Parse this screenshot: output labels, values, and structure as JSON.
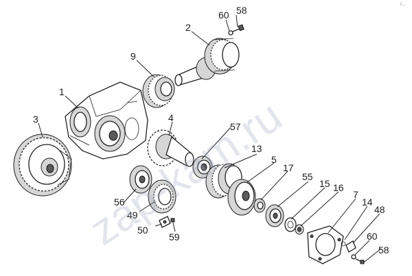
{
  "corner_mark": "/...",
  "watermark": "zap-kam.ru",
  "callouts": [
    {
      "id": "c58a",
      "text": "58"
    },
    {
      "id": "c60a",
      "text": "60"
    },
    {
      "id": "c2",
      "text": "2"
    },
    {
      "id": "c9",
      "text": "9"
    },
    {
      "id": "c1",
      "text": "1"
    },
    {
      "id": "c4",
      "text": "4"
    },
    {
      "id": "c57",
      "text": "57"
    },
    {
      "id": "c3",
      "text": "3"
    },
    {
      "id": "c13",
      "text": "13"
    },
    {
      "id": "c5",
      "text": "5"
    },
    {
      "id": "c17",
      "text": "17"
    },
    {
      "id": "c55",
      "text": "55"
    },
    {
      "id": "c15",
      "text": "15"
    },
    {
      "id": "c16",
      "text": "16"
    },
    {
      "id": "c7",
      "text": "7"
    },
    {
      "id": "c14",
      "text": "14"
    },
    {
      "id": "c48",
      "text": "48"
    },
    {
      "id": "c56",
      "text": "56"
    },
    {
      "id": "c49",
      "text": "49"
    },
    {
      "id": "c50",
      "text": "50"
    },
    {
      "id": "c59",
      "text": "59"
    },
    {
      "id": "c60b",
      "text": "60"
    },
    {
      "id": "c58b",
      "text": "58"
    }
  ]
}
